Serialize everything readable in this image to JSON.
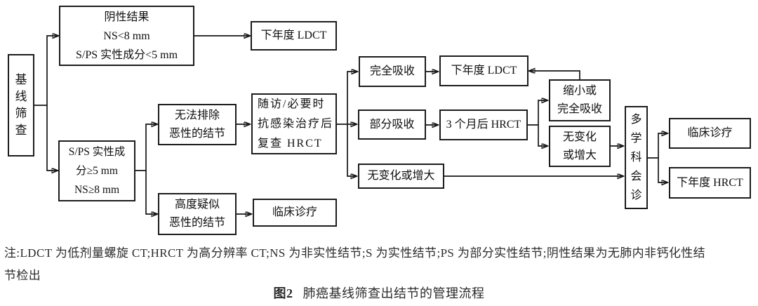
{
  "nodes": {
    "baseline": {
      "label": "基线筛查"
    },
    "negative_result": {
      "line1": "阴性结果",
      "line2": "NS<8 mm",
      "line3": "S/PS 实性成分<5 mm"
    },
    "next_year_ldct_top": {
      "label": "下年度 LDCT"
    },
    "sps_criteria": {
      "line1": "S/PS 实性成",
      "line2": "分≥5 mm",
      "line3": "NS≥8 mm"
    },
    "cannot_exclude_malignant": {
      "line1": "无法排除",
      "line2": "恶性的结节"
    },
    "followup_hrct": {
      "line1": "随访/必要时",
      "line2": "抗感染治疗后",
      "line3": "复查 HRCT"
    },
    "highly_suspected_malignant": {
      "line1": "高度疑似",
      "line2": "恶性的结节"
    },
    "clinical_treatment_left": {
      "label": "临床诊疗"
    },
    "complete_absorption": {
      "label": "完全吸收"
    },
    "next_year_ldct_mid": {
      "label": "下年度 LDCT"
    },
    "partial_absorption": {
      "label": "部分吸收"
    },
    "hrct_3_months": {
      "label": "3 个月后 HRCT"
    },
    "no_change_or_increase_main": {
      "label": "无变化或增大"
    },
    "shrink_or_complete_absorption": {
      "line1": "缩小或",
      "line2": "完全吸收"
    },
    "no_change_or_increase_sub": {
      "line1": "无变化",
      "line2": "或增大"
    },
    "mdt_consultation": {
      "label": "多学科会诊"
    },
    "clinical_treatment_right": {
      "label": "临床诊疗"
    },
    "next_year_hrct": {
      "label": "下年度 HRCT"
    }
  },
  "note": {
    "line1": "注:LDCT 为低剂量螺旋 CT;HRCT 为高分辨率 CT;NS 为非实性结节;S 为实性结节;PS 为部分实性结节;阴性结果为无肺内非钙化性结",
    "line2": "节检出"
  },
  "caption": {
    "label": "图2",
    "title": "肺癌基线筛查出结节的管理流程"
  },
  "colors": {
    "line": "#161616",
    "border": "#1c1c1c",
    "text": "#0f0f0f",
    "note_text": "#2b2b2b",
    "background": "#ffffff"
  }
}
